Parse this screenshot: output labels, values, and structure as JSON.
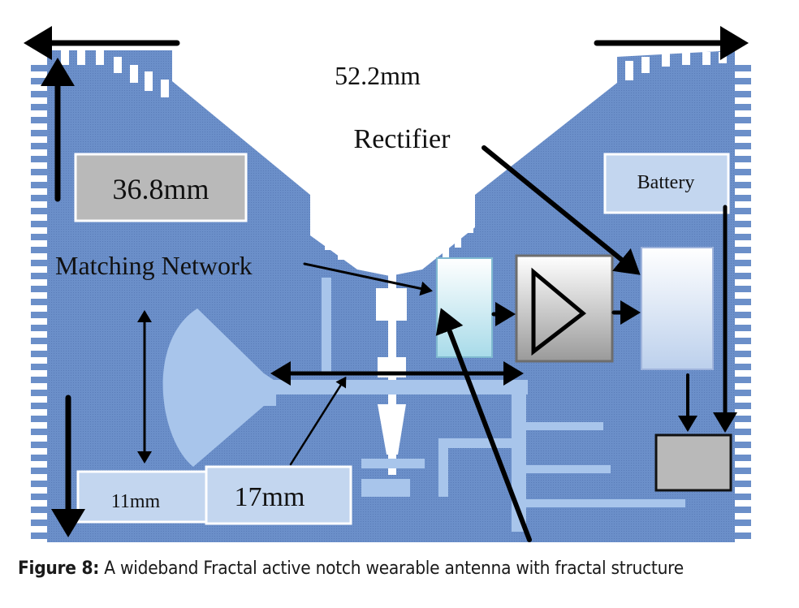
{
  "figure": {
    "caption_label": "Figure 8:",
    "caption_text": " A wideband Fractal active notch wearable antenna with fractal structure",
    "colors": {
      "substrate": "#6b8fc9",
      "patch": "#a8c5eb",
      "label_box": "#c3d6ef",
      "grey_box": "#b9b9b9",
      "arrow": "#000000"
    },
    "labels": {
      "width_dim": "52.2mm",
      "height_dim": "36.8mm",
      "rectifier": "Rectifier",
      "battery": "Battery",
      "matching_network": "Matching Network",
      "dim_11": "11mm",
      "dim_17": "17mm"
    },
    "blocks": [
      {
        "name": "matching-network-block",
        "label": ""
      },
      {
        "name": "amplifier-block",
        "label": ""
      },
      {
        "name": "rectifier-block",
        "label": ""
      },
      {
        "name": "load-block",
        "label": ""
      }
    ]
  }
}
